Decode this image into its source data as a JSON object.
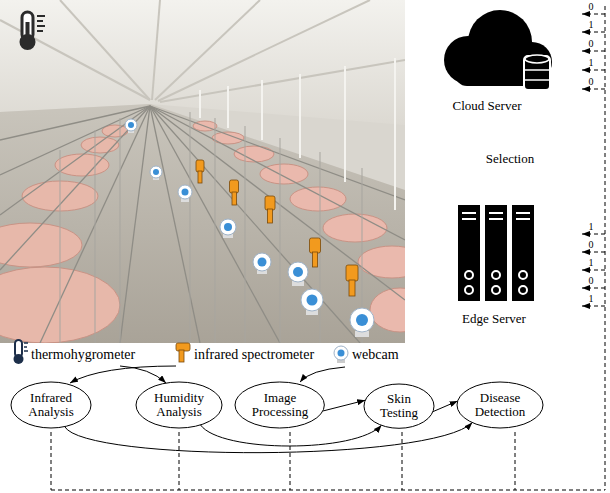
{
  "diagram": {
    "nodes": [
      {
        "text": [
          "Infrared Analysis"
        ]
      },
      {
        "text": [
          "Humidity Analysis"
        ]
      },
      {
        "text": [
          "Image Processing"
        ]
      },
      {
        "text": [
          "Skin Testing"
        ]
      },
      {
        "text": [
          "Disease Detection"
        ]
      }
    ],
    "edges": [
      {
        "from": 0,
        "to": 4,
        "arrow": "to"
      },
      {
        "from": 1,
        "to": 3,
        "arrow": "to"
      },
      {
        "from": 2,
        "to": 3,
        "arrow": "to"
      },
      {
        "from": 3,
        "to": 4,
        "arrow": "to"
      }
    ],
    "labels": [
      "0",
      "1",
      "0",
      "1",
      "0",
      "Cloud Server",
      "Selection",
      "1",
      "0",
      "1",
      "0",
      "1",
      "Edge Server"
    ],
    "legend": [
      {
        "text": "thermohygrometer"
      },
      {
        "text": "infrared spectrometer"
      },
      {
        "text": "webcam"
      }
    ]
  }
}
